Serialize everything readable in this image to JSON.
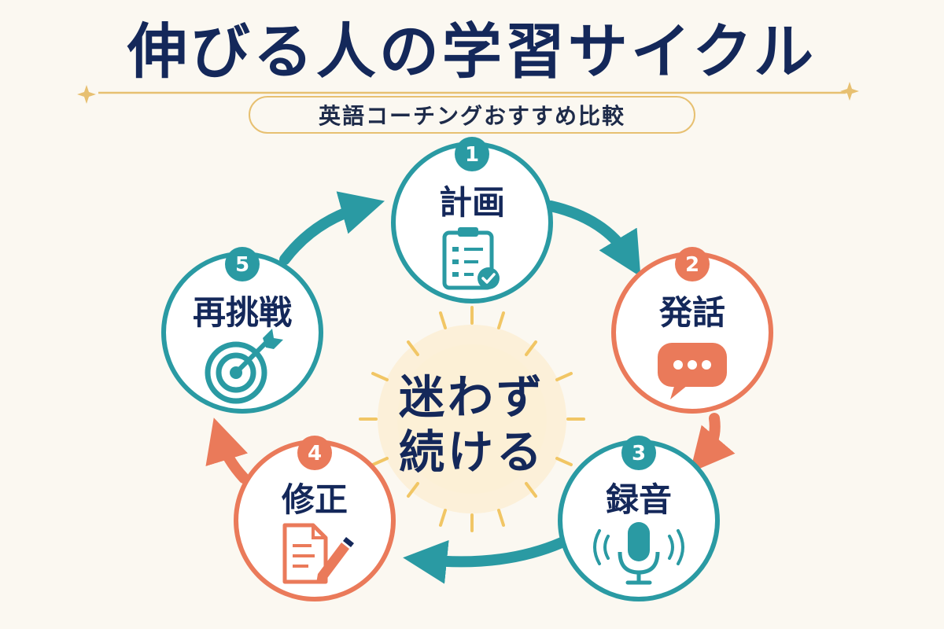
{
  "title": "伸びる人の学習サイクル",
  "subtitle": "英語コーチングおすすめ比較",
  "center": {
    "line1": "迷わず",
    "line2": "続ける"
  },
  "steps": [
    {
      "number": "1",
      "label": "計画",
      "icon": "clipboard-check-icon",
      "color": "#2a9aa3"
    },
    {
      "number": "2",
      "label": "発話",
      "icon": "speech-bubble-icon",
      "color": "#ea7a5a"
    },
    {
      "number": "3",
      "label": "録音",
      "icon": "microphone-icon",
      "color": "#2a9aa3"
    },
    {
      "number": "4",
      "label": "修正",
      "icon": "document-pencil-icon",
      "color": "#ea7a5a"
    },
    {
      "number": "5",
      "label": "再挑戦",
      "icon": "target-arrow-icon",
      "color": "#2a9aa3"
    }
  ],
  "colors": {
    "teal": "#2a9aa3",
    "coral": "#ea7a5a",
    "navy": "#14285a",
    "gold": "#e7c071"
  }
}
